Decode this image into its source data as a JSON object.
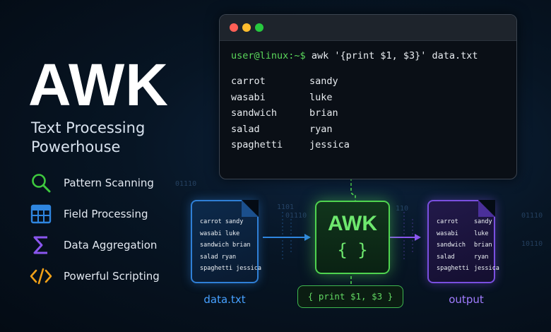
{
  "hero": {
    "title": "AWK",
    "subtitle_line1": "Text Processing",
    "subtitle_line2": "Powerhouse"
  },
  "features": [
    {
      "label": "Pattern Scanning",
      "icon": "magnifier-icon",
      "color": "#3ec93e"
    },
    {
      "label": "Field Processing",
      "icon": "grid-table-icon",
      "color": "#2f86e0"
    },
    {
      "label": "Data Aggregation",
      "icon": "sigma-icon",
      "color": "#8a56ee"
    },
    {
      "label": "Powerful Scripting",
      "icon": "code-brackets-icon",
      "color": "#f0a018"
    }
  ],
  "terminal": {
    "window_dots": [
      "#ff5f56",
      "#ffbd2e",
      "#27c93f"
    ],
    "prompt": "user@linux:~$",
    "command": "awk '{print $1, $3}' data.txt",
    "output_rows": [
      [
        "carrot",
        "sandy"
      ],
      [
        "wasabi",
        "luke"
      ],
      [
        "sandwich",
        "brian"
      ],
      [
        "salad",
        "ryan"
      ],
      [
        "spaghetti",
        "jessica"
      ]
    ]
  },
  "pipeline": {
    "input_rows": [
      "carrot sandy",
      "wasabi luke",
      "sandwich brian",
      "salad ryan",
      "spaghetti jessica"
    ],
    "input_label": "data.txt",
    "engine_title": "AWK",
    "engine_braces": "{ }",
    "expression": "{ print $1, $3 }",
    "output_rows": [
      [
        "carrot",
        "sandy"
      ],
      [
        "wasabi",
        "luke"
      ],
      [
        "sandwich",
        "brian"
      ],
      [
        "salad",
        "ryan"
      ],
      [
        "spaghetti",
        "jessica"
      ]
    ],
    "output_label": "output"
  },
  "decor": {
    "binary_1": "01110",
    "binary_2": "1101",
    "binary_3": "01110",
    "binary_4": "10110",
    "binary_5": "110",
    "binary_6": "01110"
  },
  "colors": {
    "accent_green": "#4fd34f",
    "accent_blue": "#2f7fd6",
    "accent_purple": "#7a4fe0",
    "prompt_green": "#5bd75b"
  }
}
